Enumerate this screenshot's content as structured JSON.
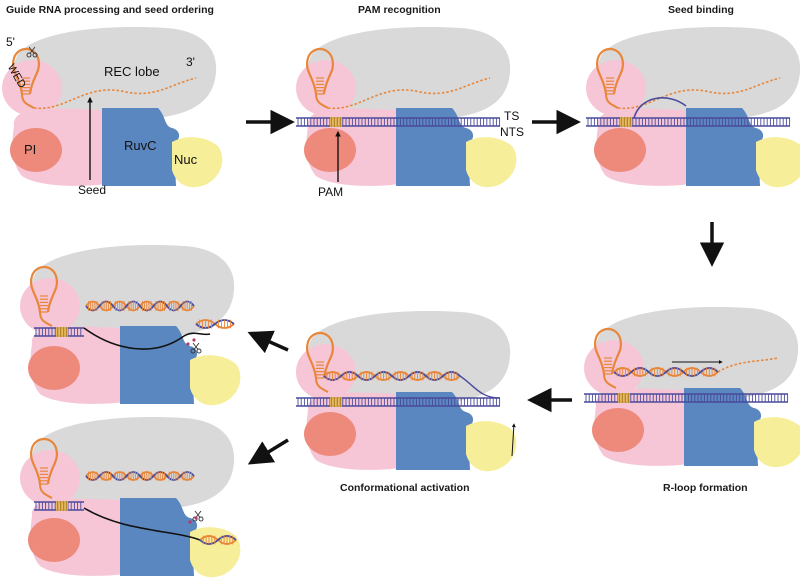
{
  "panels": [
    {
      "id": "p1",
      "title": "Guide RNA processing and seed ordering"
    },
    {
      "id": "p2",
      "title": "PAM recognition"
    },
    {
      "id": "p3",
      "title": "Seed binding"
    },
    {
      "id": "p4",
      "title": "R-loop formation"
    },
    {
      "id": "p5",
      "title": "Conformational activation"
    },
    {
      "id": "p6",
      "title": ""
    },
    {
      "id": "p7",
      "title": ""
    }
  ],
  "labels": {
    "five_prime": "5'",
    "three_prime": "3'",
    "wed": "WED",
    "rec_lobe": "REC lobe",
    "pi": "PI",
    "ruvc": "RuvC",
    "nuc": "Nuc",
    "seed": "Seed",
    "pam": "PAM",
    "ts": "TS",
    "nts": "NTS"
  },
  "colors": {
    "rec_lobe": "#d9d9d9",
    "wed": "#f6c6d6",
    "pi": "#ee8a7c",
    "ruvc": "#5b87c0",
    "nuc": "#f7ee9a",
    "rna": "#e8863a",
    "dna": "#4a4a9c",
    "pam": "#e8b84a",
    "arrow": "#111111"
  },
  "icons": [
    "scissors-icon",
    "process-arrow-icon"
  ]
}
